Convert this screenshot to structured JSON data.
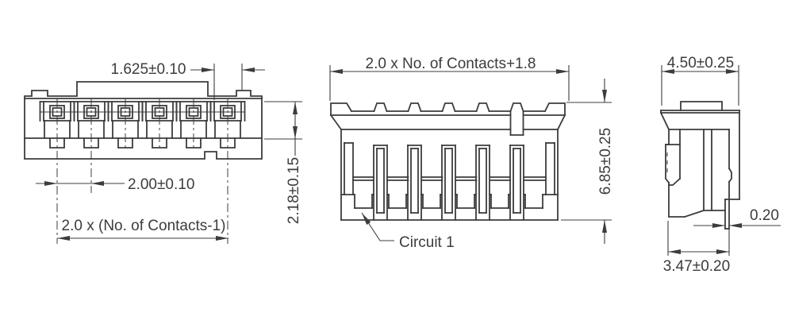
{
  "drawing": {
    "background": "#ffffff",
    "line_color": "#3c3c3c",
    "text_color": "#3c3c3c",
    "views": {
      "top": {
        "contact_count": 6,
        "dim_tab_offset": "1.625±0.10",
        "dim_pitch": "2.00±0.10",
        "dim_span": "2.0 x (No. of Contacts-1)",
        "dim_height": "2.18±0.15"
      },
      "front": {
        "contact_count": 6,
        "dim_width": "2.0 x No. of Contacts+1.8",
        "dim_height": "6.85±0.25",
        "callout": "Circuit 1"
      },
      "side": {
        "dim_depth": "4.50±0.25",
        "dim_lead_thickness": "0.20",
        "dim_base": "3.47±0.20"
      }
    }
  }
}
